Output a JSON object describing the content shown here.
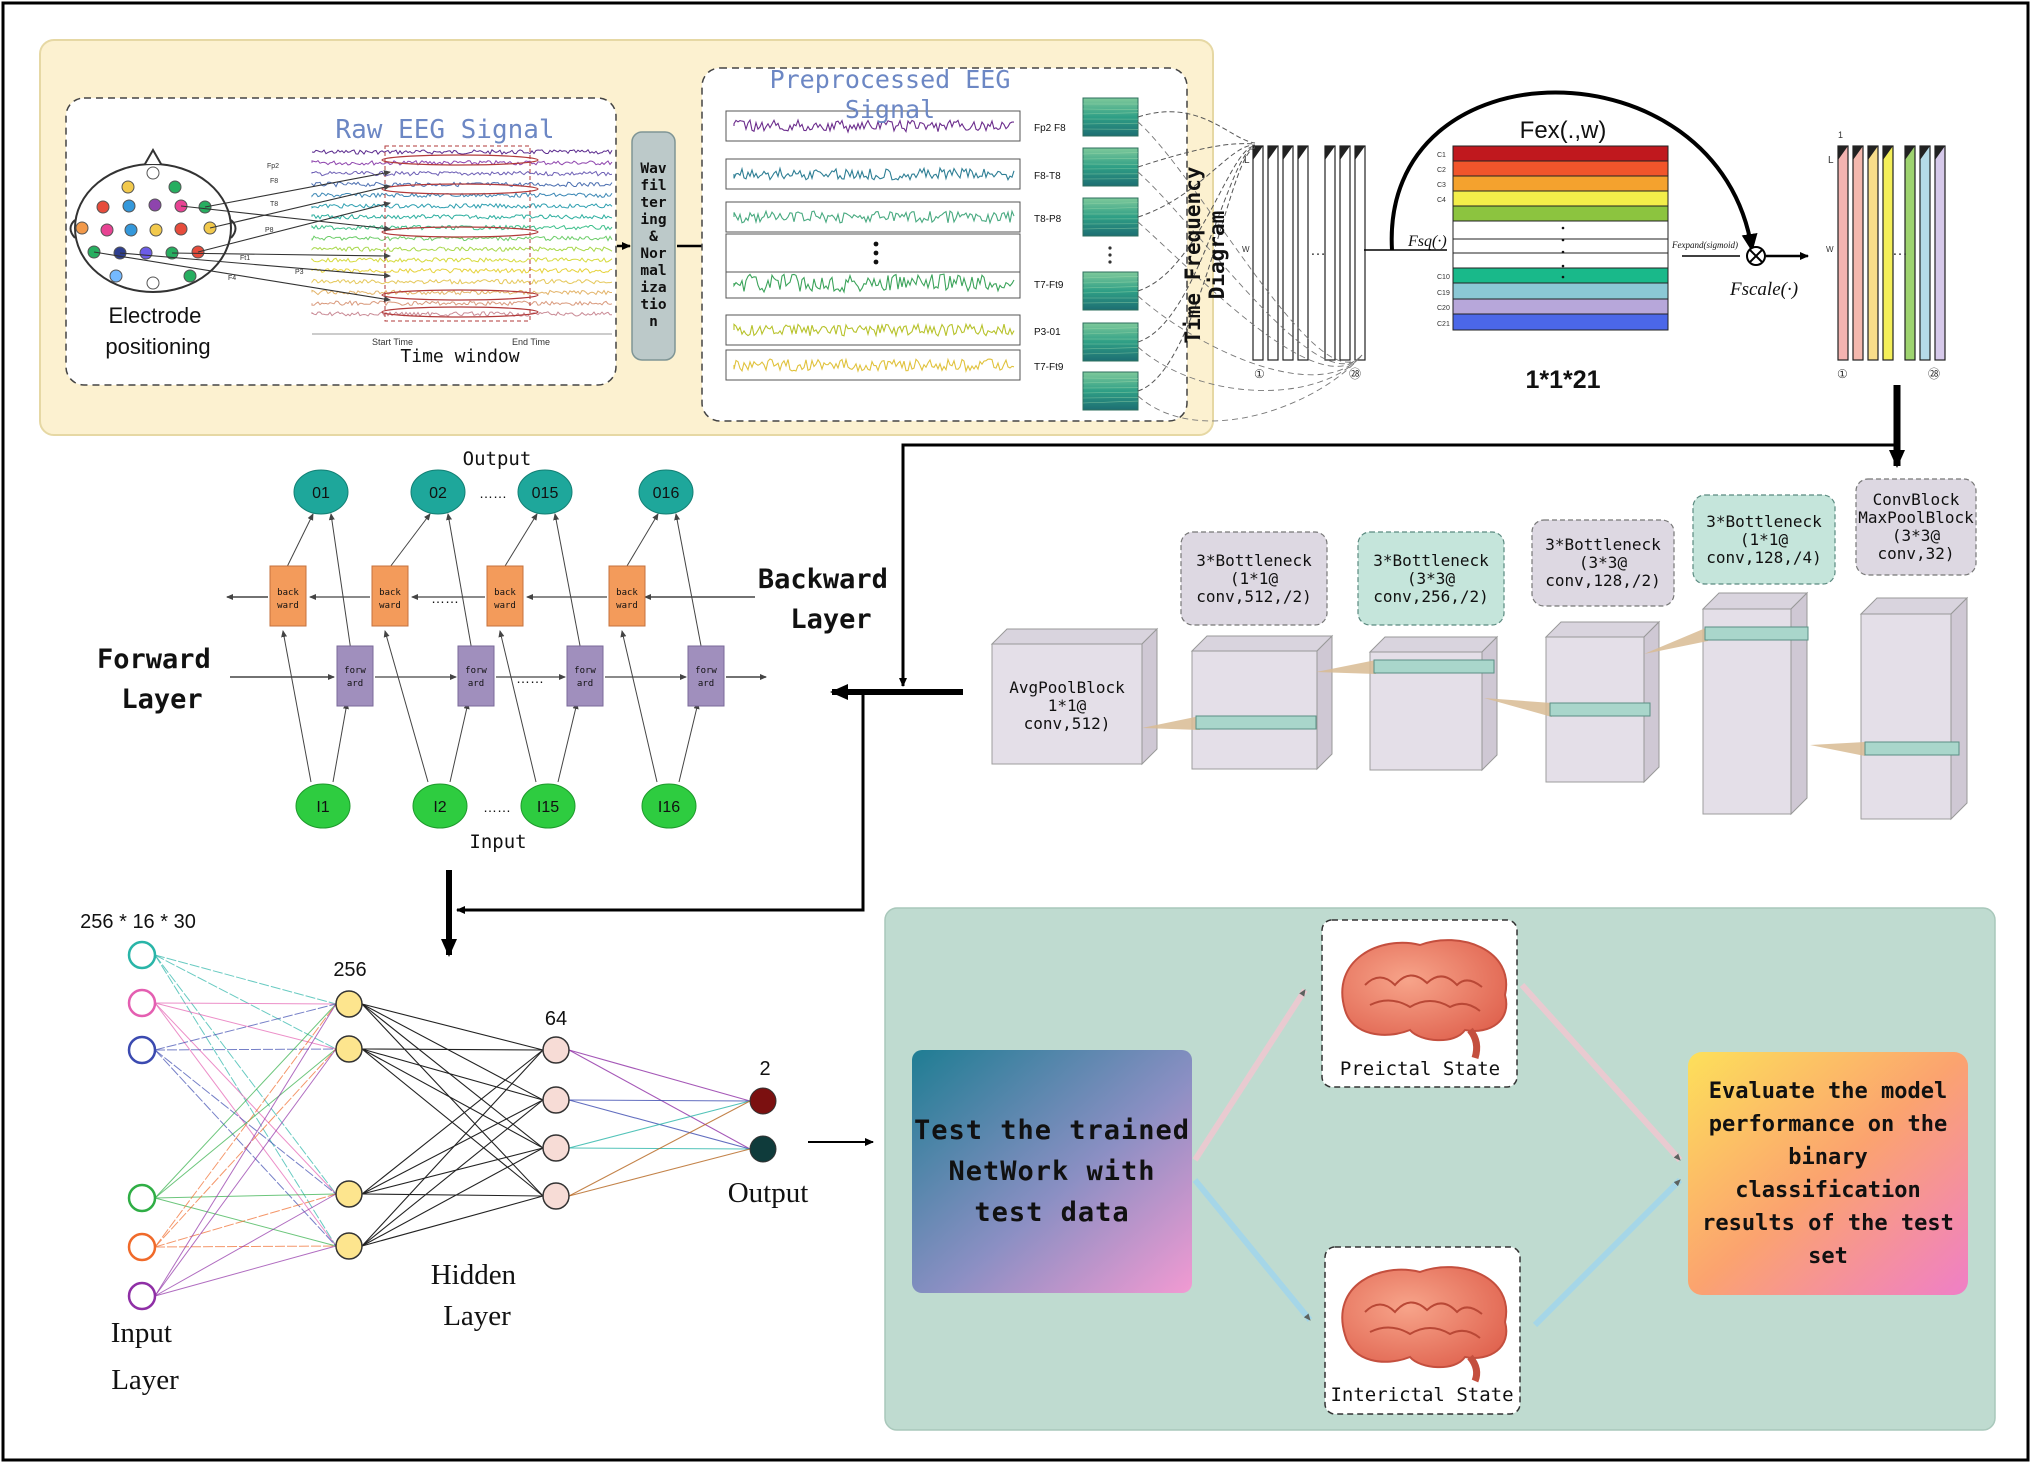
{
  "top": {
    "raw_title": "Raw EEG Signal",
    "electrode_label": "Electrode\npositioning",
    "start_time": "Start Time",
    "end_time": "End Time",
    "time_window": "Time window",
    "electrode_tags": [
      "Fp2",
      "F8",
      "T8",
      "P8",
      "Ft1",
      "P3",
      "F4"
    ],
    "wave_box": "Wav\nfil\nter\ning\n&\nNor\nmal\niza\ntio\nn",
    "pre_title": "Preprocessed EEG\nSignal",
    "channels": [
      "Fp2 F8",
      "F8-T8",
      "T8-P8",
      "T7-Ft9",
      "P3-01",
      "T7-Ft9"
    ],
    "tf_label": "Time Frequency\nDiagram",
    "mat_L": "L",
    "mat_W": "W",
    "mat_one": "1",
    "mat_first": "①",
    "mat_last": "㉘",
    "fex": "Fex(.,w)",
    "fsq": "Fsq(·)",
    "fexpand": "Fexpand(sigmoid)",
    "fscale": "Fscale(·)",
    "se_rows": [
      "C1",
      "C2",
      "C3",
      "C4",
      "C10",
      "C19",
      "C20",
      "C21"
    ],
    "se_size": "1*1*21"
  },
  "colors": {
    "top_panel": "#fcf1d0",
    "bottom_panel": "#bfdbd0",
    "output_node": "#1ea79b",
    "input_node": "#2ecc40",
    "backward": "#f39b5b",
    "forward": "#a08fbd"
  },
  "bilstm": {
    "output_label": "Output",
    "input_label": "Input",
    "backward_layer": "Backward\nLayer",
    "forward_layer": "Forward\nLayer",
    "outputs": [
      "01",
      "02",
      "015",
      "016"
    ],
    "inputs": [
      "I1",
      "I2",
      "I15",
      "I16"
    ],
    "back_box": "back\nward",
    "forw_box": "forw\nard",
    "dots": "……"
  },
  "cnn": {
    "avgpool": "AvgPoolBlock\n1*1@\nconv,512)",
    "blocks": [
      "3*Bottleneck\n(1*1@\nconv,512,/2)",
      "3*Bottleneck\n(3*3@\nconv,256,/2)",
      "3*Bottleneck\n(3*3@\nconv,128,/2)",
      "3*Bottleneck\n(1*1@\nconv,128,/4)",
      "ConvBlock\nMaxPoolBlock\n(3*3@\nconv,32)"
    ]
  },
  "fc": {
    "input_size": "256 * 16 * 30",
    "hidden1_size": "256",
    "hidden2_size": "64",
    "output_size": "2",
    "input_layer": "Input\nLayer",
    "hidden_layer": "Hidden\nLayer",
    "output_label": "Output"
  },
  "eval": {
    "test_box": "Test the trained\nNetWork with\ntest data",
    "preictal": "Preictal State",
    "interictal": "Interictal State",
    "evaluate_box": "Evaluate the model\nperformance on the\nbinary\nclassification\nresults of the test\nset"
  }
}
